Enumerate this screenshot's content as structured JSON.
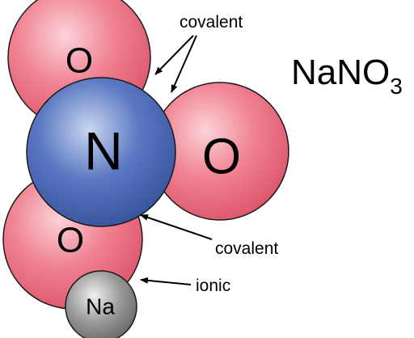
{
  "formula": {
    "main": "NaNO",
    "subscript": "3"
  },
  "atoms": {
    "oxygen_top": "O",
    "nitrogen": "N",
    "oxygen_right": "O",
    "oxygen_bottom": "O",
    "sodium": "Na"
  },
  "bond_labels": {
    "covalent_top": "covalent",
    "covalent_bottom": "covalent",
    "ionic": "ionic"
  },
  "colors": {
    "oxygen": "#e8687a",
    "nitrogen": "#3c5da8",
    "sodium": "#8a8a8a",
    "outline": "#1a1a1a"
  }
}
